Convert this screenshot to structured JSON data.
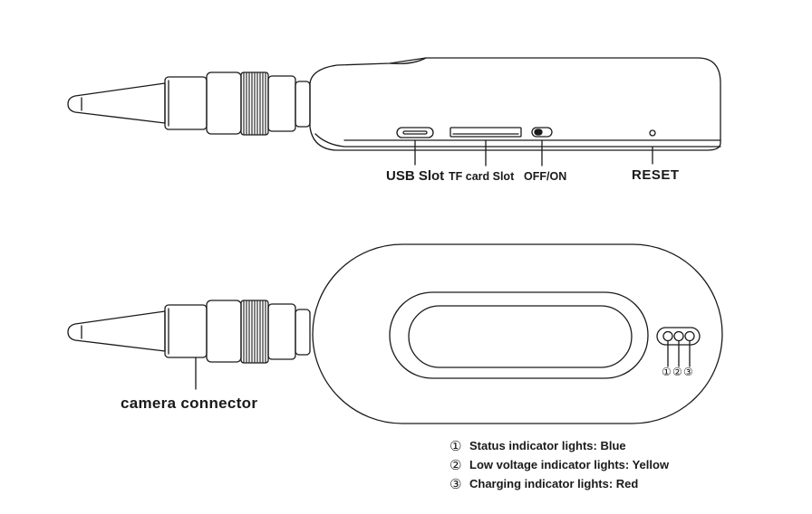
{
  "labels": {
    "usb_slot": "USB Slot",
    "tf_card_slot": "TF card Slot",
    "off_on": "OFF/ON",
    "reset": "RESET",
    "camera_connector": "camera connector"
  },
  "indicator_numbers": [
    "①",
    "②",
    "③"
  ],
  "legend": [
    {
      "num": "①",
      "text": "Status indicator lights: Blue"
    },
    {
      "num": "②",
      "text": "Low voltage indicator lights: Yellow"
    },
    {
      "num": "③",
      "text": "Charging indicator lights: Red"
    }
  ],
  "colors": {
    "line": "#1a1a1a",
    "background": "#ffffff"
  }
}
